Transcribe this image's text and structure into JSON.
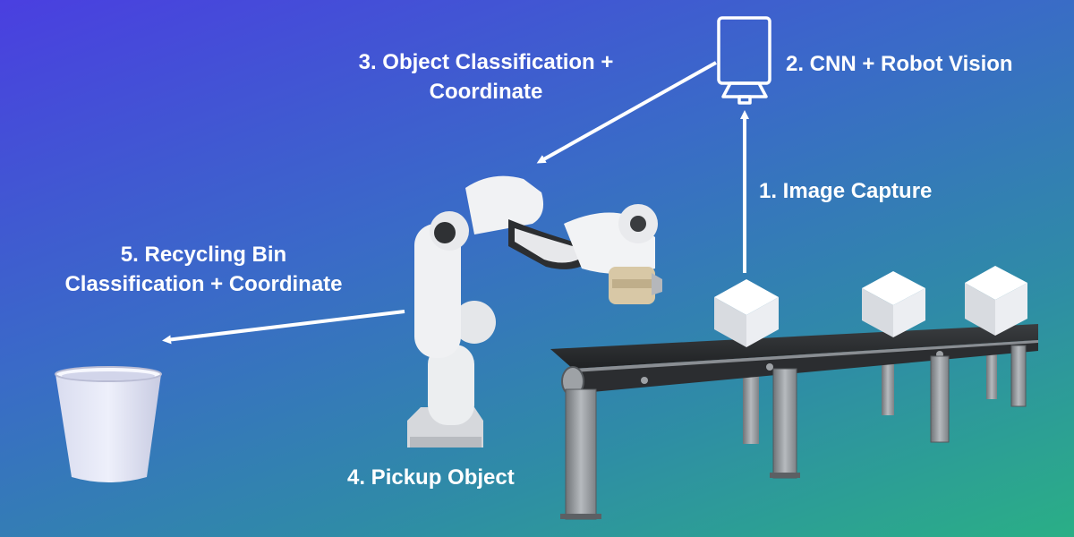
{
  "labels": {
    "step1": "1.  Image Capture",
    "step2": "2. CNN + Robot Vision",
    "step3_line1": "3. Object Classification +",
    "step3_line2": "Coordinate",
    "step4": "4. Pickup Object",
    "step5_line1": "5. Recycling Bin",
    "step5_line2": "Classification + Coordinate"
  },
  "icons": {
    "camera": "camera-icon",
    "robot": "robot-arm",
    "conveyor": "conveyor-belt",
    "bin": "recycling-bin",
    "cube": "cube"
  },
  "colors": {
    "background_start": "#4a3fe0",
    "background_end": "#2aaf86",
    "text": "#ffffff",
    "arrow": "#ffffff"
  }
}
